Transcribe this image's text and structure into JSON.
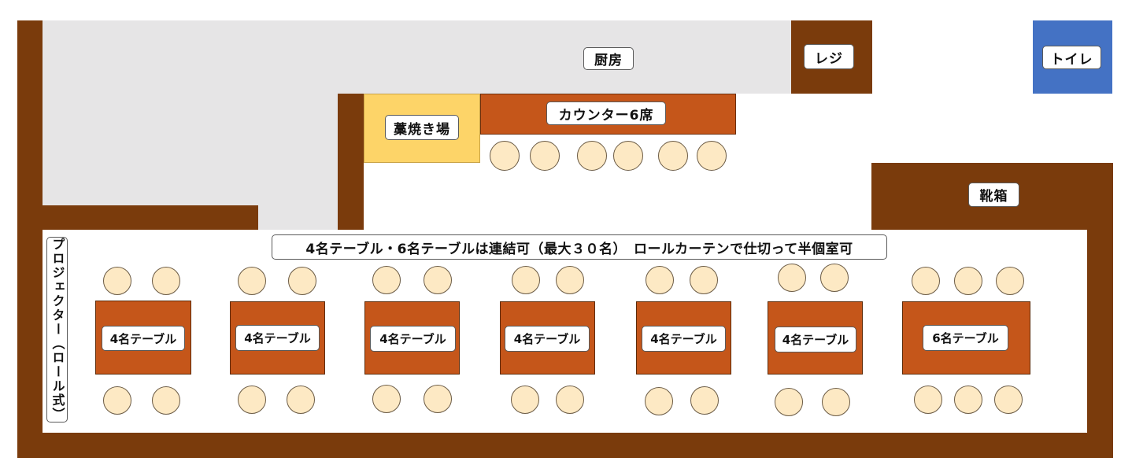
{
  "floorplan": {
    "kitchen_label": "厨房",
    "register_label": "レジ",
    "toilet_label": "トイレ",
    "grill_label": "藁焼き場",
    "counter_label": "カウンター6席",
    "shoebox_label": "靴箱",
    "projector_label": "プロジェクター（ロール式）",
    "notice_text": "4名テーブル・6名テーブルは連結可（最大３０名）　ロールカーテンで仕切って半個室可",
    "tables": [
      {
        "label": "4名テーブル"
      },
      {
        "label": "4名テーブル"
      },
      {
        "label": "4名テーブル"
      },
      {
        "label": "4名テーブル"
      },
      {
        "label": "4名テーブル"
      },
      {
        "label": "4名テーブル"
      },
      {
        "label": "6名テーブル"
      }
    ],
    "colors": {
      "wall": "#7a3b0c",
      "kitchen": "#e6e5e6",
      "counter": "#c5561a",
      "grill": "#fdd468",
      "toilet": "#4472c4",
      "seat": "#fde9c4"
    }
  }
}
